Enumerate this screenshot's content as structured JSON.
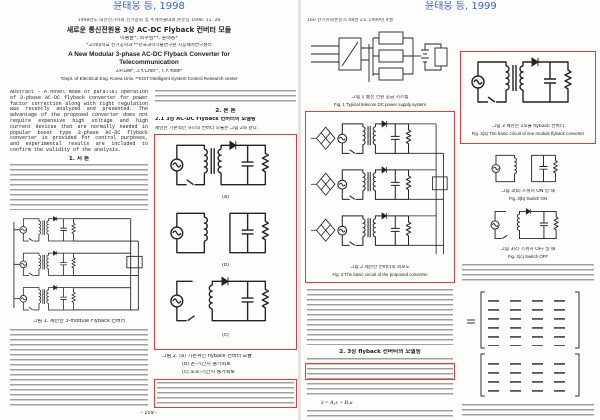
{
  "labels": {
    "left": "윤태웅 등, 1998",
    "right": "윤태웅 등, 1999"
  },
  "colors": {
    "label_blue": "#3c5fd0",
    "highlight_red": "#e23b3b"
  },
  "left_page": {
    "running_header": "1998년도 대한전기학회 전기층회 및 추계학술대회 논문집 1998. 11. 28",
    "title_kr": "새로운 통신전원용 3상 AC-DC Flyback 컨버터 모듈",
    "authors_kr": "이종술*, 최우범**, 윤태웅*",
    "affil_kr": "*고려대학교 전기공학과  **한국과학기술연구원 지능제어연구센터",
    "title_en": [
      "A New Modular 3-phase AC-DC Flyback Converter for",
      "Telecommunication"
    ],
    "authors_en": "J.P.Lee*, J.Y.Choi**, T.Y.Yoon*",
    "affil_en": "*Dept. of Electrical Eng. Korea Univ.  **KIST Intelligent System Control Research center",
    "abstract": "Abstract - A novel mode of parallel operation of 3-phase AC-DC flyback converter for power factor correction along with tight regulation was recently analyzed and presented. The advantage of the proposed converter does not require expensive high voltage and high current devices that are normally needed in popular boost type 3-phase AC-DC flyback converter is provided for control purposes, and experimental results are included to confirm the validity of the analysis.",
    "sec1": "1. 서 론",
    "fig1_caption": "그림 1. 제안한 3-module Flyback 컨버터",
    "sec2": "2. 본 론",
    "sec21": "2.1 3상 AC-DC Flyback 컨버터의 모델링",
    "intro_sentence": "제안한 기본적인 하나의 컨버터 모듈은 그림 2와 같다.",
    "fig2_sub": [
      "(a)",
      "(b)",
      "(c)"
    ],
    "fig2_caption": [
      "그림 2. (a) 기본적인 flyback 컨버터 모듈",
      "(b) 온-기간시 등가회로",
      "(c) 오프-기간시 등가회로"
    ],
    "page_number": "- 109 -"
  },
  "right_page": {
    "running_header": "160 전기학회논문지 48권 2호 1999년 4월",
    "fig1_caption_kr": "그림 1 통신 전원 공급 시스템",
    "fig1_caption_en": "Fig. 1 Typical telecom DC power supply system",
    "fig2_caption_kr": "그림 2 제안한 컨버터의 회로도",
    "fig2_caption_en": "Fig. 2 The basic circuit of the proposed converter",
    "fig3a_caption_kr": "그림 3 제안한 1모듈 flyback 컨버터",
    "fig3a_caption_en": "Fig. 3(a) The basic circuit of one module flyback converter",
    "fig3b_caption_kr": "그림 3(b) 스위치 ON 일 때",
    "fig3b_caption_en": "Fig. 3(b) Switch ON",
    "fig3c_caption_kr": "그림 3(c) 스위치 OFF 일 때",
    "fig3c_caption_en": "Fig. 3(c) Switch OFF",
    "sec2": "2. 3상 flyback 컨버터의 모델링",
    "equation": "ẋ = A₁x + B₁u"
  }
}
